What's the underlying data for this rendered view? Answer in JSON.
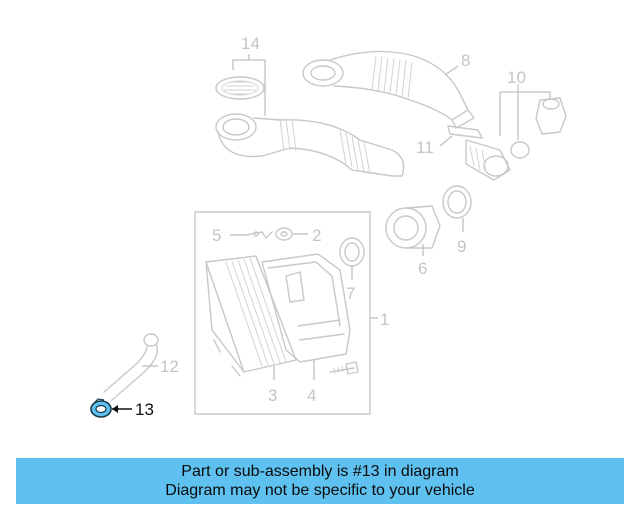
{
  "diagram": {
    "callouts": {
      "c1": "1",
      "c2": "2",
      "c3": "3",
      "c4": "4",
      "c5": "5",
      "c6": "6",
      "c7": "7",
      "c8": "8",
      "c9": "9",
      "c10": "10",
      "c11": "11",
      "c12": "12",
      "c13": "13",
      "c14": "14"
    },
    "highlighted_part": "13",
    "highlight_color": "#5ec1f0",
    "line_color": "#c8c8c8"
  },
  "banner": {
    "line1": "Part or sub-assembly is #13 in diagram",
    "line2": "Diagram may not be specific to your vehicle",
    "background": "#5ec1f0"
  }
}
